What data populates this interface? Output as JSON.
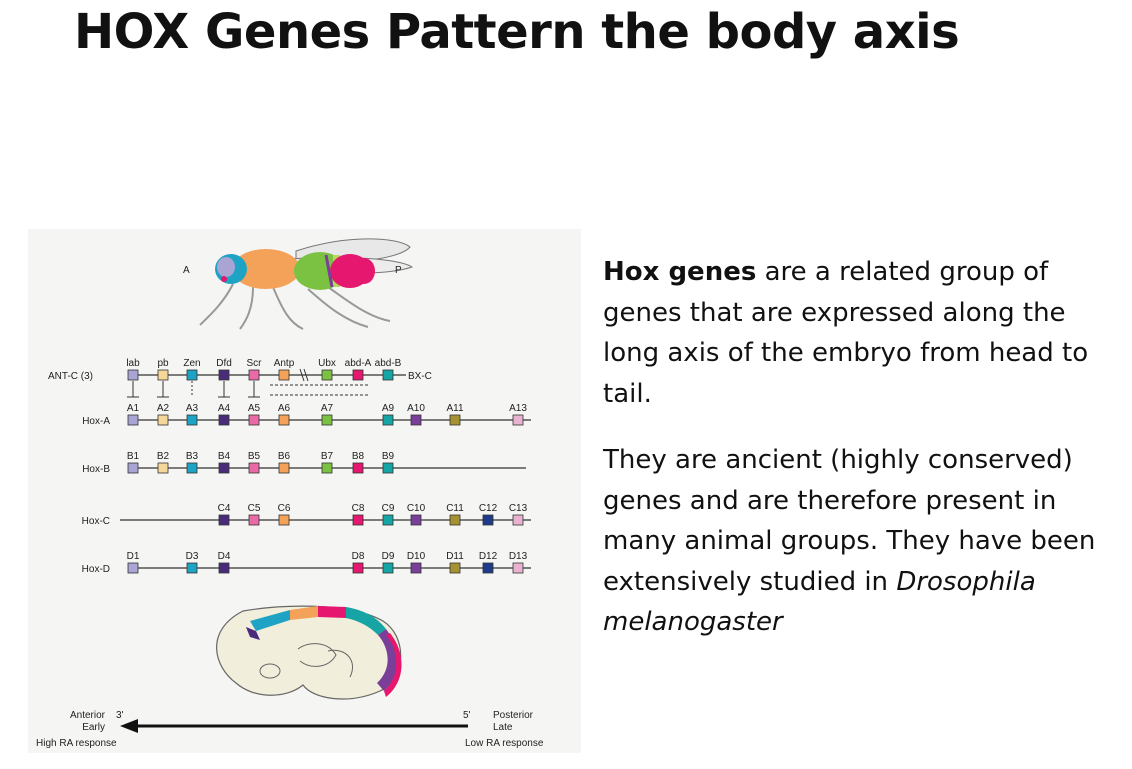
{
  "slide": {
    "title": "HOX Genes Pattern the body axis"
  },
  "text": {
    "p1_bold": "Hox genes",
    "p1_rest": " are a related group of genes that are expressed along the long axis of the embryo from head to tail.",
    "p2_main": "They are ancient (highly conserved) genes and are therefore present in many animal groups. They have been extensively studied in ",
    "p2_italic": "Drosophila melanogaster"
  },
  "figure": {
    "fly_labels": {
      "anterior": "A",
      "posterior": "P"
    },
    "ant_c": {
      "row_label": "ANT-C (3)",
      "genes": [
        "lab",
        "pb",
        "Zen",
        "Dfd",
        "Scr",
        "Antp",
        "Ubx",
        "abd-A",
        "abd-B"
      ],
      "bx_c_label": "BX-C"
    },
    "clusters": [
      {
        "name": "Hox-A",
        "genes": [
          "A1",
          "A2",
          "A3",
          "A4",
          "A5",
          "A6",
          "A7",
          "A9",
          "A10",
          "A11",
          "A13"
        ]
      },
      {
        "name": "Hox-B",
        "genes": [
          "B1",
          "B2",
          "B3",
          "B4",
          "B5",
          "B6",
          "B7",
          "B8",
          "B9"
        ]
      },
      {
        "name": "Hox-C",
        "genes": [
          "C4",
          "C5",
          "C6",
          "C8",
          "C9",
          "C10",
          "C11",
          "C12",
          "C13"
        ]
      },
      {
        "name": "Hox-D",
        "genes": [
          "D1",
          "D3",
          "D4",
          "D8",
          "D9",
          "D10",
          "D11",
          "D12",
          "D13"
        ]
      }
    ],
    "axis": {
      "left_top": "Anterior",
      "left_mid": "Early",
      "left_prime": "3'",
      "left_bottom": "High RA response",
      "right_top": "Posterior",
      "right_mid": "Late",
      "right_prime": "5'",
      "right_bottom": "Low RA response"
    },
    "colors": {
      "g1": "#a8a4d4",
      "g2": "#f6d79a",
      "g3": "#1fa3c4",
      "g4": "#4a2d7a",
      "g5": "#e86aa6",
      "g6": "#f4a259",
      "g7": "#7cc242",
      "g8": "#e6176e",
      "g9": "#16a5a4",
      "g10": "#7a3f98",
      "g11": "#a69233",
      "g12": "#1f3a8a",
      "g13": "#e7b3d0"
    }
  }
}
